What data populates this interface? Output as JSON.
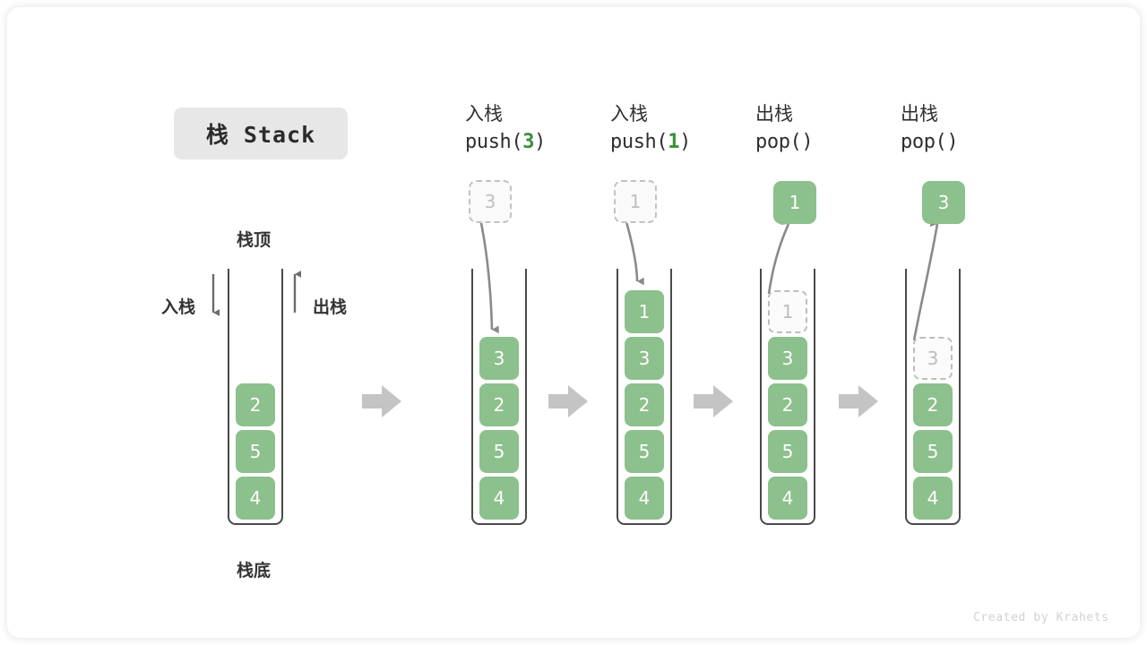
{
  "title": {
    "label": "栈 Stack"
  },
  "legend": {
    "top_label": "栈顶",
    "bottom_label": "栈底",
    "push_label": "入栈",
    "pop_label": "出栈"
  },
  "footer": {
    "credit": "Created by Krahets"
  },
  "colors": {
    "element_green": "#8cc08c",
    "code_accent_green": "#3a8f3a",
    "ghost_border": "#c2c2c2",
    "flow_arrow_grey": "#c4c4c4",
    "container_stroke": "#4a4a4a",
    "pill_background": "#e7e7e7"
  },
  "columns": [
    {
      "id": "initial",
      "header_cn": "",
      "header_code": "",
      "float_box": null,
      "stack": [
        {
          "value": "2",
          "state": "solid"
        },
        {
          "value": "5",
          "state": "solid"
        },
        {
          "value": "4",
          "state": "solid"
        }
      ]
    },
    {
      "id": "push-3",
      "header_cn": "入栈",
      "header_code_prefix": "push(",
      "header_code_num": "3",
      "header_code_suffix": ")",
      "float_box": {
        "value": "3",
        "state": "dashed"
      },
      "stack": [
        {
          "value": "3",
          "state": "solid"
        },
        {
          "value": "2",
          "state": "solid"
        },
        {
          "value": "5",
          "state": "solid"
        },
        {
          "value": "4",
          "state": "solid"
        }
      ]
    },
    {
      "id": "push-1",
      "header_cn": "入栈",
      "header_code_prefix": "push(",
      "header_code_num": "1",
      "header_code_suffix": ")",
      "float_box": {
        "value": "1",
        "state": "dashed"
      },
      "stack": [
        {
          "value": "1",
          "state": "solid"
        },
        {
          "value": "3",
          "state": "solid"
        },
        {
          "value": "2",
          "state": "solid"
        },
        {
          "value": "5",
          "state": "solid"
        },
        {
          "value": "4",
          "state": "solid"
        }
      ]
    },
    {
      "id": "pop-1",
      "header_cn": "出栈",
      "header_code_prefix": "pop(",
      "header_code_num": "",
      "header_code_suffix": ")",
      "float_box": {
        "value": "1",
        "state": "solid"
      },
      "stack": [
        {
          "value": "1",
          "state": "ghost"
        },
        {
          "value": "3",
          "state": "solid"
        },
        {
          "value": "2",
          "state": "solid"
        },
        {
          "value": "5",
          "state": "solid"
        },
        {
          "value": "4",
          "state": "solid"
        }
      ]
    },
    {
      "id": "pop-3",
      "header_cn": "出栈",
      "header_code_prefix": "pop(",
      "header_code_num": "",
      "header_code_suffix": ")",
      "float_box": {
        "value": "3",
        "state": "solid"
      },
      "stack": [
        {
          "value": "3",
          "state": "ghost"
        },
        {
          "value": "2",
          "state": "solid"
        },
        {
          "value": "5",
          "state": "solid"
        },
        {
          "value": "4",
          "state": "solid"
        }
      ]
    }
  ]
}
